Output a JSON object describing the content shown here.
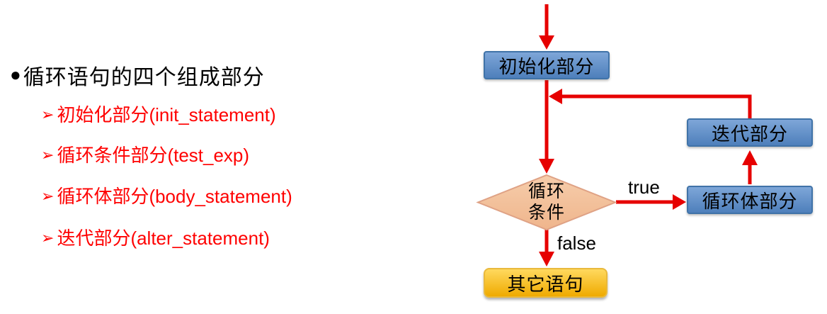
{
  "left_panel": {
    "title_bullet": "●",
    "title": "循环语句的四个组成部分",
    "items": [
      {
        "marker": "➢",
        "text": "初始化部分(init_statement)"
      },
      {
        "marker": "➢",
        "text": "循环条件部分(test_exp)"
      },
      {
        "marker": "➢",
        "text": "循环体部分(body_statement)"
      },
      {
        "marker": "➢",
        "text": "迭代部分(alter_statement)"
      }
    ],
    "title_color": "#000000",
    "item_color": "#FF0000"
  },
  "flowchart": {
    "init_label": "初始化部分",
    "condition_line1": "循环",
    "condition_line2": "条件",
    "iterate_label": "迭代部分",
    "body_label": "循环体部分",
    "other_label": "其它语句",
    "true_label": "true",
    "false_label": "false",
    "colors": {
      "arrow_red": "#E60000",
      "process_fill_top": "#7EA6D8",
      "process_fill_bottom": "#4E7FBB",
      "process_border": "#4073A8",
      "decision_fill_top": "#F6CDAB",
      "decision_fill_bottom": "#EFB58C",
      "decision_border": "#DFA285",
      "terminal_fill_top": "#FFD95E",
      "terminal_fill_bottom": "#EFAA00",
      "terminal_border": "#E9B93C"
    }
  }
}
